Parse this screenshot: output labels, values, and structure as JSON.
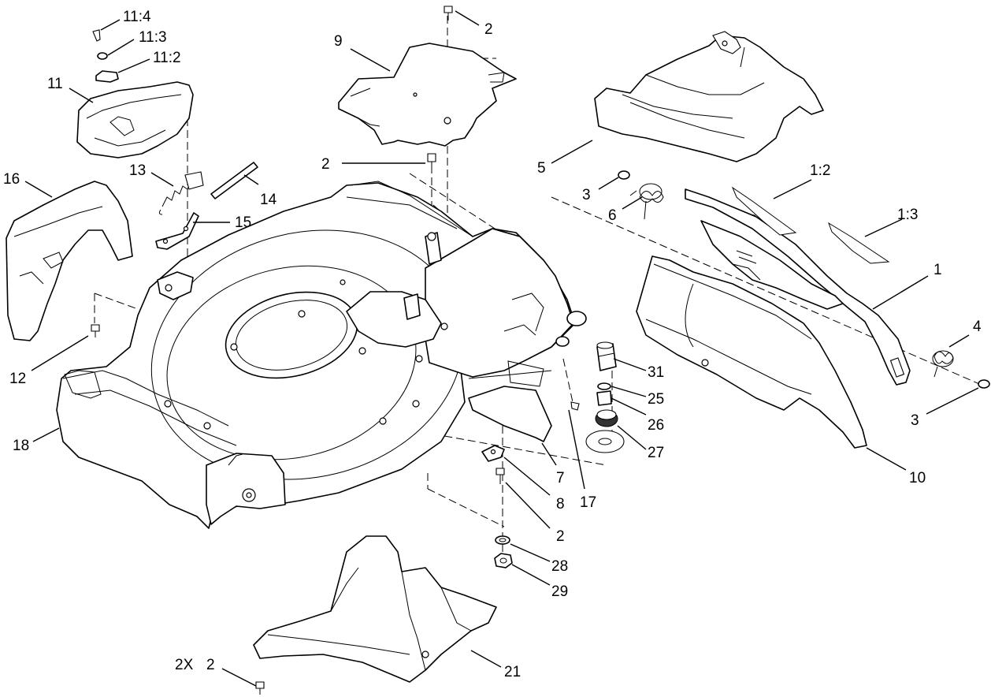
{
  "callouts": {
    "c_11_4": "11:4",
    "c_11_3": "11:3",
    "c_11_2": "11:2",
    "c_11": "11",
    "c_2_top": "2",
    "c_9": "9",
    "c_13": "13",
    "c_14": "14",
    "c_15": "15",
    "c_16": "16",
    "c_2_mid": "2",
    "c_5": "5",
    "c_1_2": "1:2",
    "c_3_top": "3",
    "c_6": "6",
    "c_1_3": "1:3",
    "c_1": "1",
    "c_4": "4",
    "c_3_bot": "3",
    "c_12": "12",
    "c_31": "31",
    "c_25": "25",
    "c_26": "26",
    "c_27": "27",
    "c_18": "18",
    "c_7": "7",
    "c_8": "8",
    "c_17": "17",
    "c_10": "10",
    "c_2_low": "2",
    "c_28": "28",
    "c_29": "29",
    "c_2x": "2X",
    "c_2_bot": "2",
    "c_21": "21"
  }
}
